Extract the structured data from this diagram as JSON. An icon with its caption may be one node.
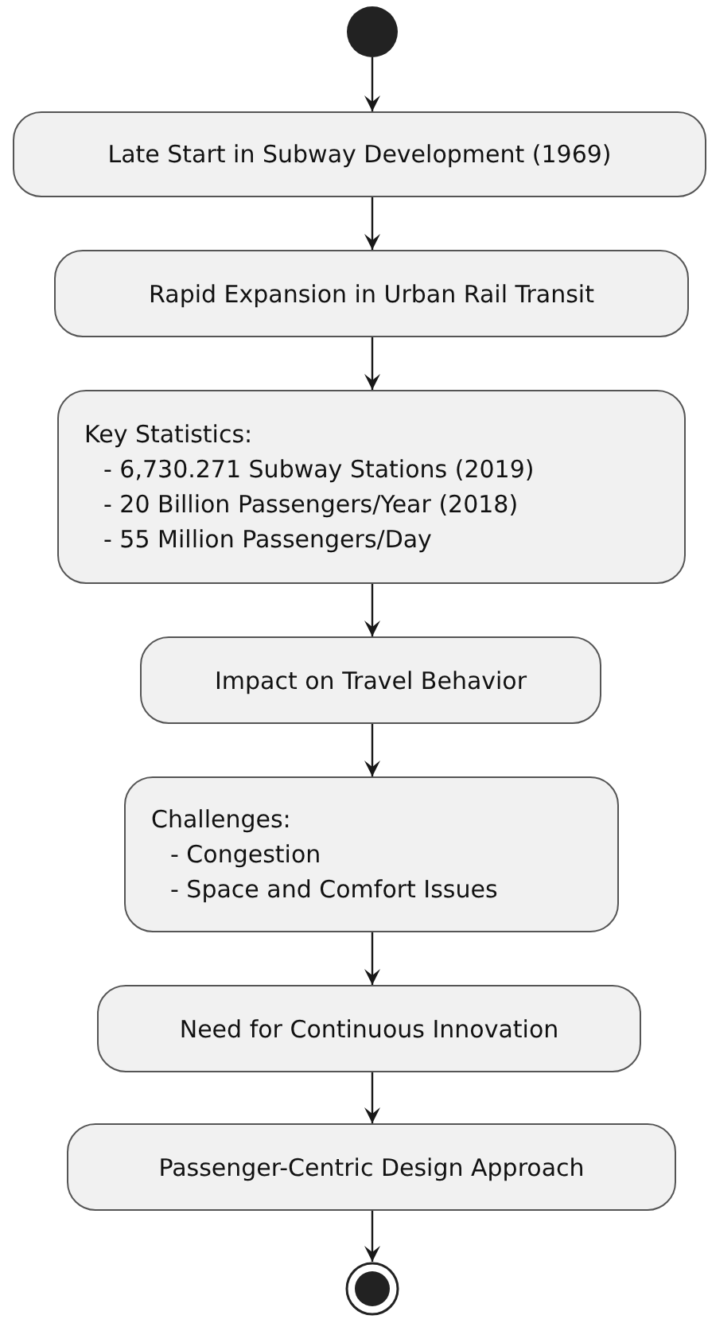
{
  "diagram": {
    "nodes": [
      {
        "text": [],
        "shape": "circle"
      },
      {
        "text": [
          "Late Start in Subway Development (1969)"
        ]
      },
      {
        "text": [
          "Rapid Expansion in Urban Rail Transit"
        ]
      },
      {
        "text": [
          "Key Statistics:",
          "- 6,730.271 Subway Stations (2019)",
          "- 20 Billion Passengers/Year (2018)",
          "- 55 Million Passengers/Day"
        ]
      },
      {
        "text": [
          "Impact on Travel Behavior"
        ]
      },
      {
        "text": [
          "Challenges:",
          "- Congestion",
          "- Space and Comfort Issues"
        ]
      },
      {
        "text": [
          "Need for Continuous Innovation"
        ]
      },
      {
        "text": [
          "Passenger-Centric Design Approach"
        ]
      },
      {
        "text": [],
        "shape": "bullseye"
      }
    ],
    "edges": [
      {
        "from": 0,
        "to": 1,
        "arrow": "to"
      },
      {
        "from": 1,
        "to": 2,
        "arrow": "to"
      },
      {
        "from": 2,
        "to": 3,
        "arrow": "to"
      },
      {
        "from": 3,
        "to": 4,
        "arrow": "to"
      },
      {
        "from": 4,
        "to": 5,
        "arrow": "to"
      },
      {
        "from": 5,
        "to": 6,
        "arrow": "to"
      },
      {
        "from": 6,
        "to": 7,
        "arrow": "to"
      },
      {
        "from": 7,
        "to": 8,
        "arrow": "to"
      }
    ]
  }
}
